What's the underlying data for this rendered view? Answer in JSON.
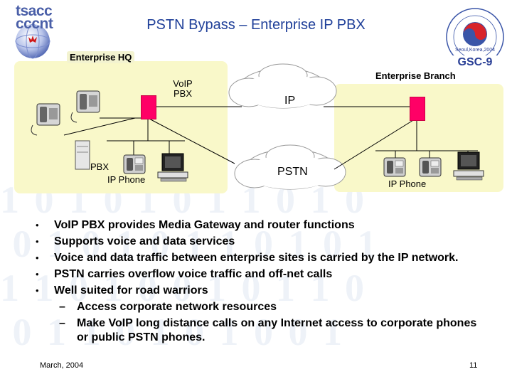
{
  "slide": {
    "title": "PSTN Bypass – Enterprise IP PBX",
    "logo_left": {
      "line1": "tsacc",
      "line2": "cccnt"
    },
    "logo_right": {
      "main_text": "GSC-9",
      "ring_text": "Seoul,Korea,2004"
    },
    "diagram": {
      "hq_label": "Enterprise HQ",
      "branch_label": "Enterprise Branch",
      "voip_pbx_label": [
        "VoIP",
        "PBX"
      ],
      "pbx_label": "PBX",
      "hq_ip_phone_label": "IP Phone",
      "branch_ip_phone_label": "IP Phone",
      "ip_cloud_label": "IP",
      "pstn_cloud_label": "PSTN",
      "accent_color": "#ff0066",
      "panel_color": "#f9f8c9"
    },
    "bullets": [
      {
        "text": "VoIP PBX provides Media Gateway and router functions"
      },
      {
        "text": "Supports voice and data services"
      },
      {
        "text": "Voice and data traffic between enterprise sites is carried by the IP network."
      },
      {
        "text": "PSTN carries overflow voice traffic and off-net calls"
      },
      {
        "text": "Well suited for road warriors",
        "sub": [
          "Access corporate network resources",
          "Make VoIP long distance calls on any Internet access to corporate phones or public PSTN phones."
        ]
      }
    ],
    "footer": {
      "date": "March, 2004",
      "page": "11"
    }
  }
}
